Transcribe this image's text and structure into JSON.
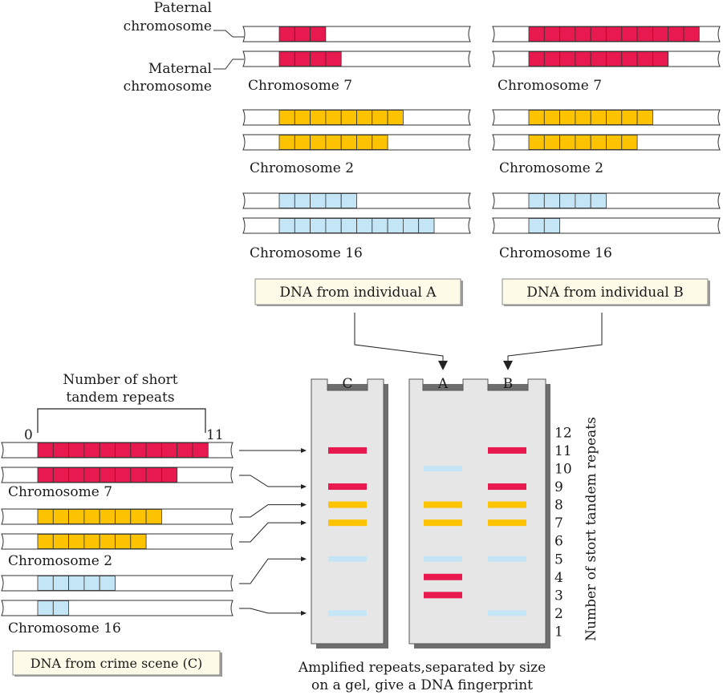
{
  "labels": {
    "paternal": [
      "Paternal",
      "chromosome"
    ],
    "maternal": [
      "Maternal",
      "chromosome"
    ],
    "str_count": [
      "Number of short",
      "tandem repeats"
    ],
    "axis_zero": "0",
    "axis_max": "11",
    "y_axis": "Number of stort tandem repeats",
    "caption": [
      "Amplified repeats,separated by size",
      "on a gel, give a DNA fingerprint"
    ]
  },
  "chromosome_names": {
    "chr7": "Chromosome 7",
    "chr2": "Chromosome 2",
    "chr16": "Chromosome 16"
  },
  "individuals": {
    "A": "DNA from individual A",
    "B": "DNA from individual B",
    "C": "DNA from crime scene (C)"
  },
  "lanes": [
    "C",
    "A",
    "B"
  ],
  "scale_numbers": [
    "1",
    "2",
    "3",
    "4",
    "5",
    "6",
    "7",
    "8",
    "9",
    "10",
    "11",
    "12"
  ],
  "colors": {
    "chr7": "#e8194f",
    "chr2": "#fdc300",
    "chr16": "#c4e5f5",
    "gel": "#e6e6e6",
    "gel_shadow": "#6e6e6e",
    "label_box": "#fdfbe7"
  },
  "repeat_counts": {
    "A": {
      "chr7": [
        3,
        4
      ],
      "chr2": [
        8,
        7
      ],
      "chr16": [
        5,
        10
      ]
    },
    "B": {
      "chr7": [
        11,
        9
      ],
      "chr2": [
        8,
        7
      ],
      "chr16": [
        5,
        2
      ]
    },
    "C": {
      "chr7": [
        11,
        9
      ],
      "chr2": [
        8,
        7
      ],
      "chr16": [
        5,
        2
      ]
    }
  }
}
